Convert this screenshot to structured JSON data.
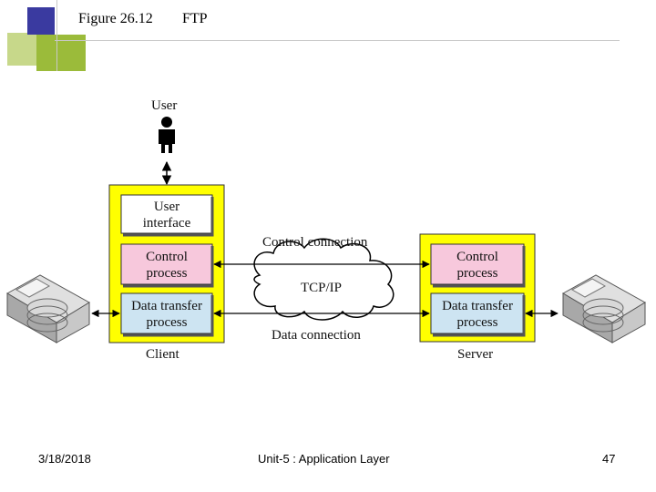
{
  "header": {
    "figure_label": "Figure 26.12",
    "title": "FTP"
  },
  "diagram": {
    "user_label": "User",
    "client": {
      "ui_line1": "User",
      "ui_line2": "interface",
      "control_line1": "Control",
      "control_line2": "process",
      "data_line1": "Data transfer",
      "data_line2": "process",
      "label": "Client"
    },
    "server": {
      "control_line1": "Control",
      "control_line2": "process",
      "data_line1": "Data transfer",
      "data_line2": "process",
      "label": "Server"
    },
    "control_connection_label": "Control connection",
    "cloud_label": "TCP/IP",
    "data_connection_label": "Data connection",
    "colors": {
      "container": "#ffff00",
      "ui_box": "#ffffff",
      "process_box": "#f7c8dc",
      "data_box": "#cde4f2"
    }
  },
  "footer": {
    "date": "3/18/2018",
    "center": "Unit-5 : Application Layer",
    "page_number": "47"
  }
}
